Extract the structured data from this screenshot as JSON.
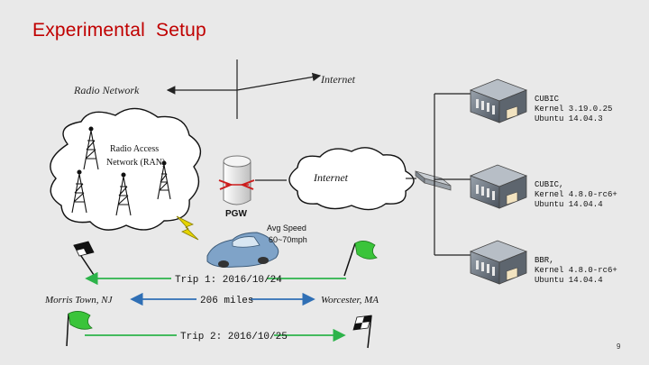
{
  "title": "Experimental  Setup",
  "page_number": "9",
  "radio_network_label": "Radio Network",
  "internet_top_label": "Internet",
  "ran_label_line1": "Radio Access",
  "ran_label_line2": "Network (RAN)",
  "pgw_label": "PGW",
  "internet_cloud_label": "Internet",
  "speed_line1": "Avg Speed",
  "speed_line2": "60~70mph",
  "trip1_label": "Trip 1: 2016/10/24",
  "trip2_label": "Trip 2: 2016/10/25",
  "distance_label": "206 miles",
  "origin_city": "Morris Town, NJ",
  "destination_city": "Worcester, MA",
  "servers": [
    {
      "line1": "CUBIC",
      "line2": "Kernel 3.19.0.25",
      "line3": "Ubuntu 14.04.3"
    },
    {
      "line1": "CUBIC,",
      "line2": "Kernel 4.8.0-rc6+",
      "line3": "Ubuntu 14.04.4"
    },
    {
      "line1": "BBR,",
      "line2": "Kernel 4.8.0-rc6+",
      "line3": "Ubuntu 14.04.4"
    }
  ],
  "colors": {
    "title": "#c00000",
    "trip_arrow": "#2db34a",
    "distance_arrow": "#2f6fb5",
    "flag_green": "#3ac43a",
    "car": "#7fa3c8",
    "lightning": "#e6d400"
  }
}
